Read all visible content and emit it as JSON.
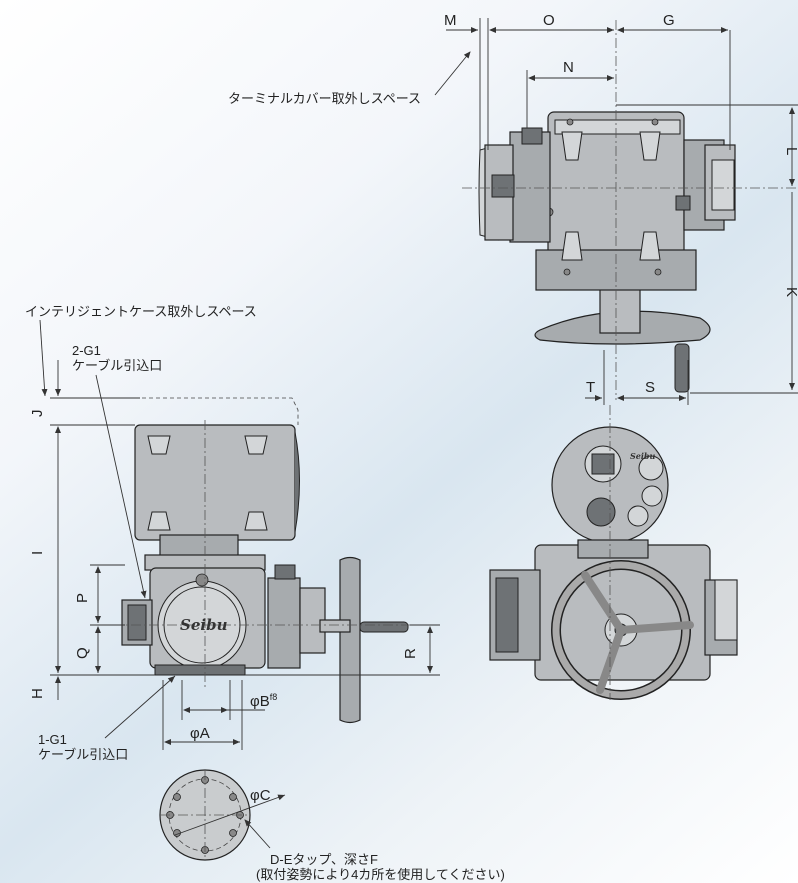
{
  "labels": {
    "M": "M",
    "O": "O",
    "G": "G",
    "N": "N",
    "L": "L",
    "K": "K",
    "T": "T",
    "S": "S",
    "J": "J",
    "I": "I",
    "P": "P",
    "Q": "Q",
    "H": "H",
    "R": "R",
    "phiB": "φB",
    "phiB_sup": "f8",
    "phiA": "φA",
    "phiC": "φC"
  },
  "notes": {
    "terminal_cover": "ターミナルカバー取外しスペース",
    "intelligent_case": "インテリジェントケース取外しスペース",
    "cable_2g1_a": "2-G1",
    "cable_2g1_b": "ケーブル引込口",
    "cable_1g1_a": "1-G1",
    "cable_1g1_b": "ケーブル引込口",
    "tap_a": "D-Eタップ、深さF",
    "tap_b": "(取付姿勢により4カ所を使用してください)"
  },
  "brand": {
    "side_logo": "Seibu",
    "front_logo": "Seibu"
  },
  "colors": {
    "body": "#b9bcbf",
    "body_dark": "#6e7275",
    "line": "#333333"
  }
}
